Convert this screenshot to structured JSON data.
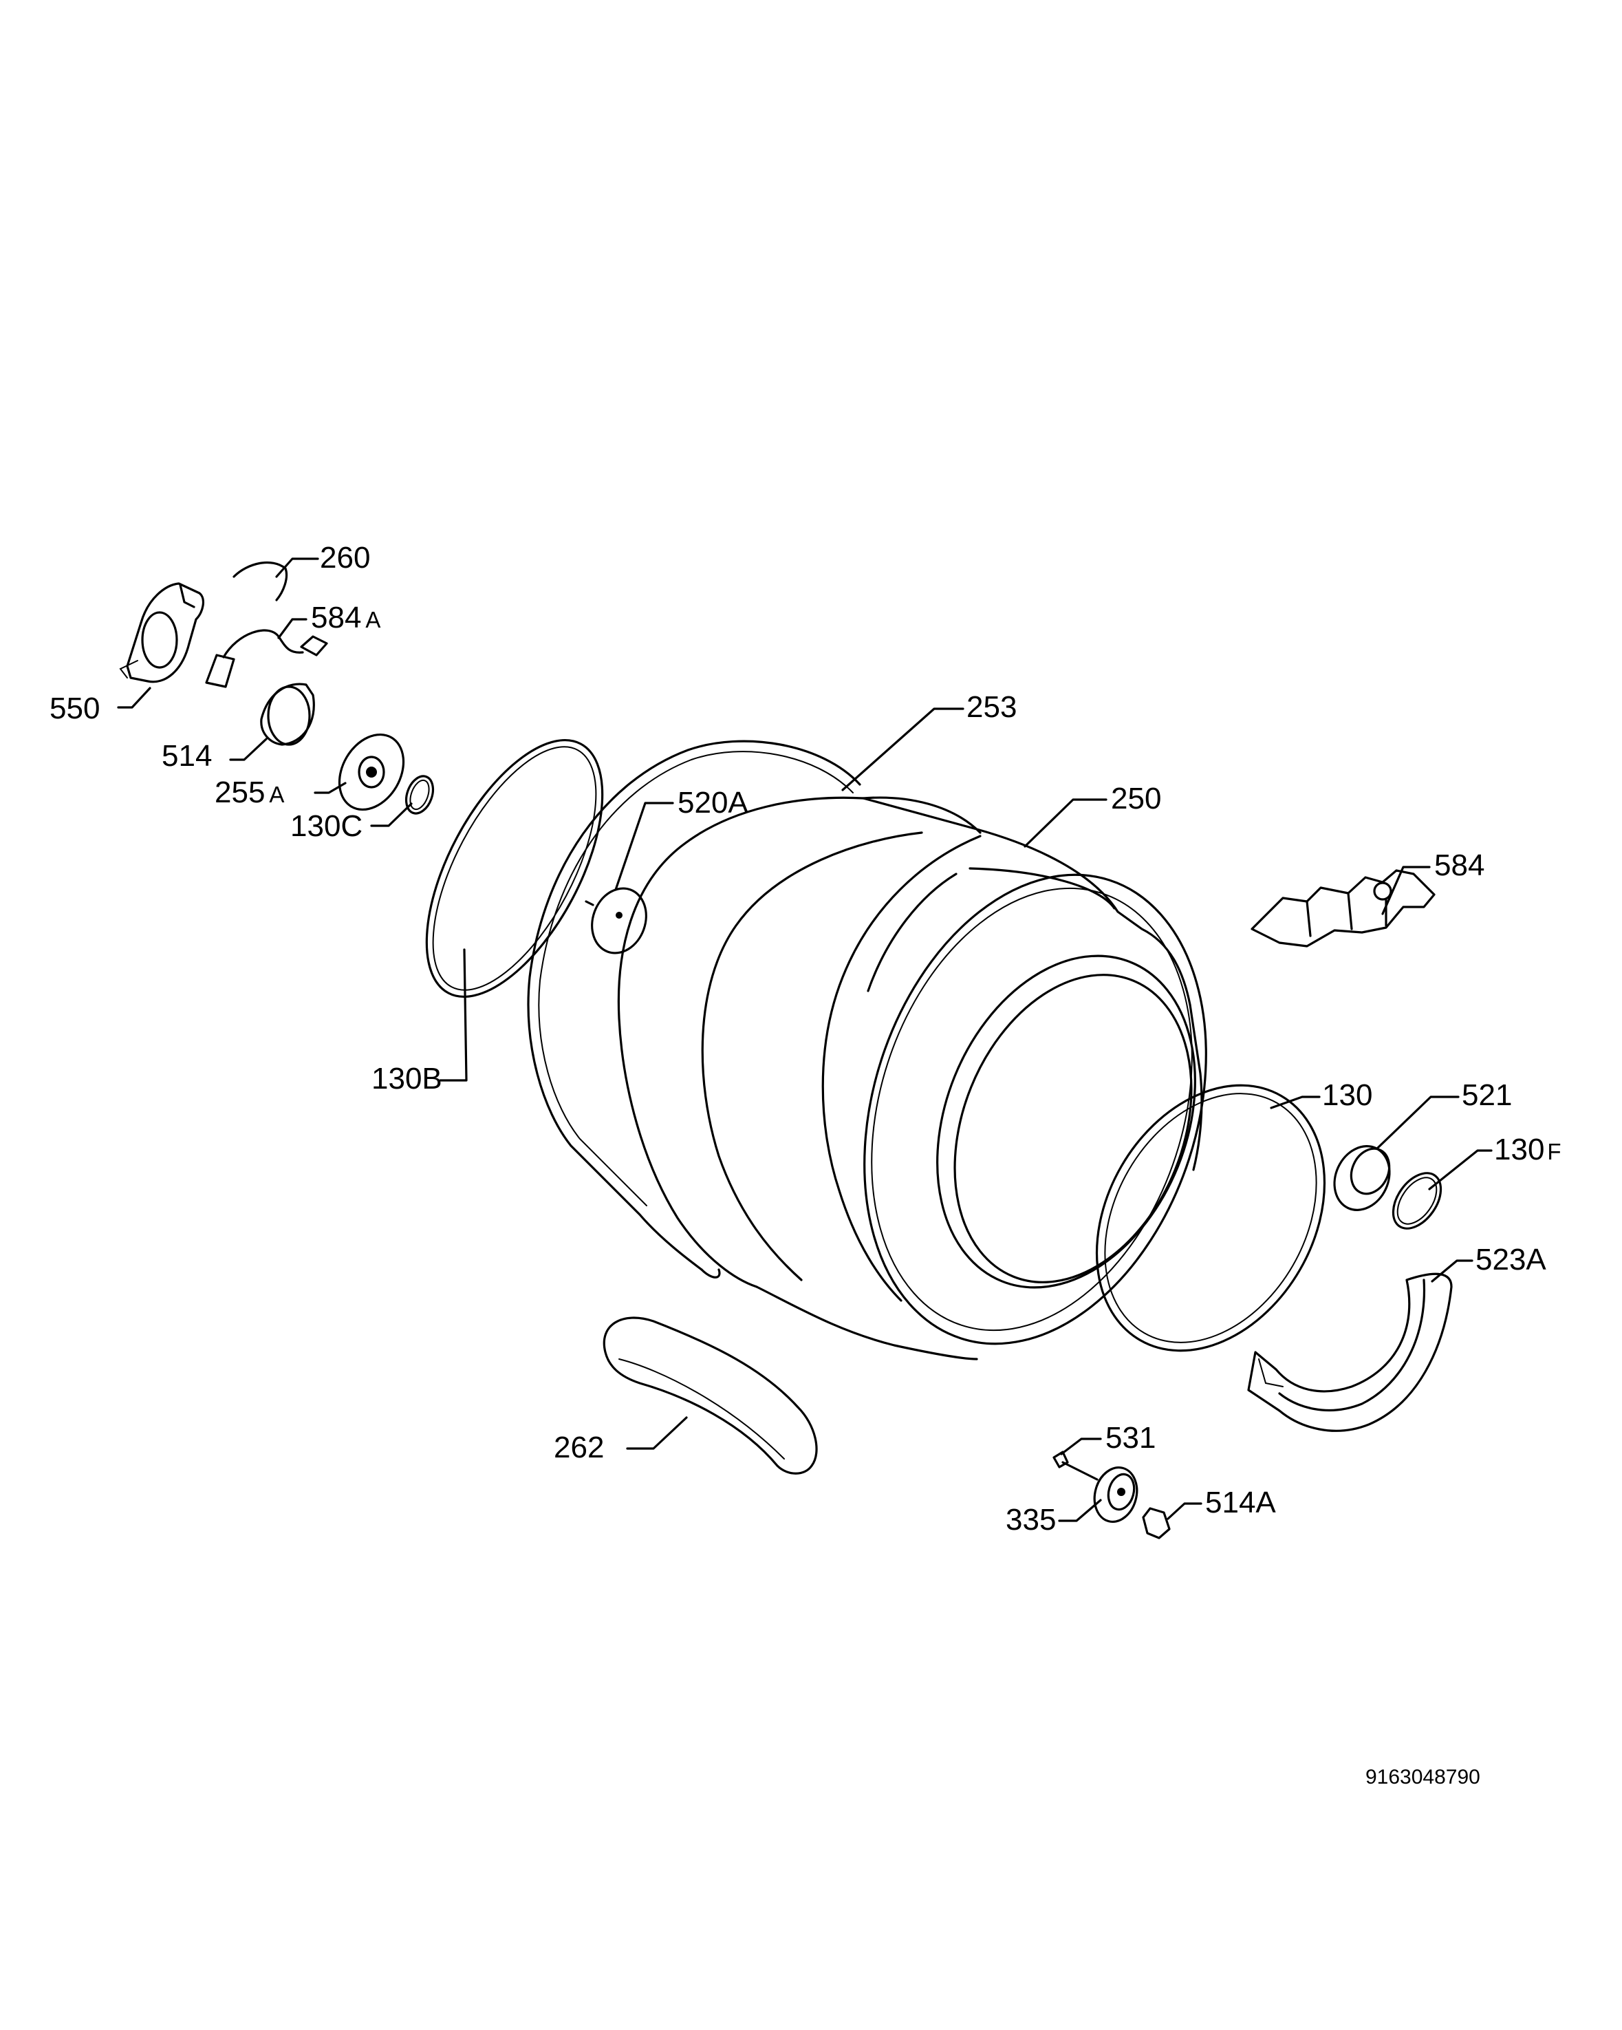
{
  "drawing_code": "9163048790",
  "callouts": {
    "p260": {
      "num": "260",
      "suffix": ""
    },
    "p584a": {
      "num": "584",
      "suffix": "A"
    },
    "p550": {
      "num": "550",
      "suffix": ""
    },
    "p514": {
      "num": "514",
      "suffix": ""
    },
    "p255a": {
      "num": "255",
      "suffix": "A"
    },
    "p130c": {
      "num": "130C",
      "suffix": ""
    },
    "p253": {
      "num": "253",
      "suffix": ""
    },
    "p520a": {
      "num": "520A",
      "suffix": ""
    },
    "p250": {
      "num": "250",
      "suffix": ""
    },
    "p584": {
      "num": "584",
      "suffix": ""
    },
    "p130b": {
      "num": "130B",
      "suffix": ""
    },
    "p130": {
      "num": "130",
      "suffix": ""
    },
    "p521": {
      "num": "521",
      "suffix": ""
    },
    "p130f": {
      "num": "130",
      "suffix": "F"
    },
    "p523a": {
      "num": "523A",
      "suffix": ""
    },
    "p262": {
      "num": "262",
      "suffix": ""
    },
    "p531": {
      "num": "531",
      "suffix": ""
    },
    "p335": {
      "num": "335",
      "suffix": ""
    },
    "p514a": {
      "num": "514A",
      "suffix": ""
    }
  }
}
